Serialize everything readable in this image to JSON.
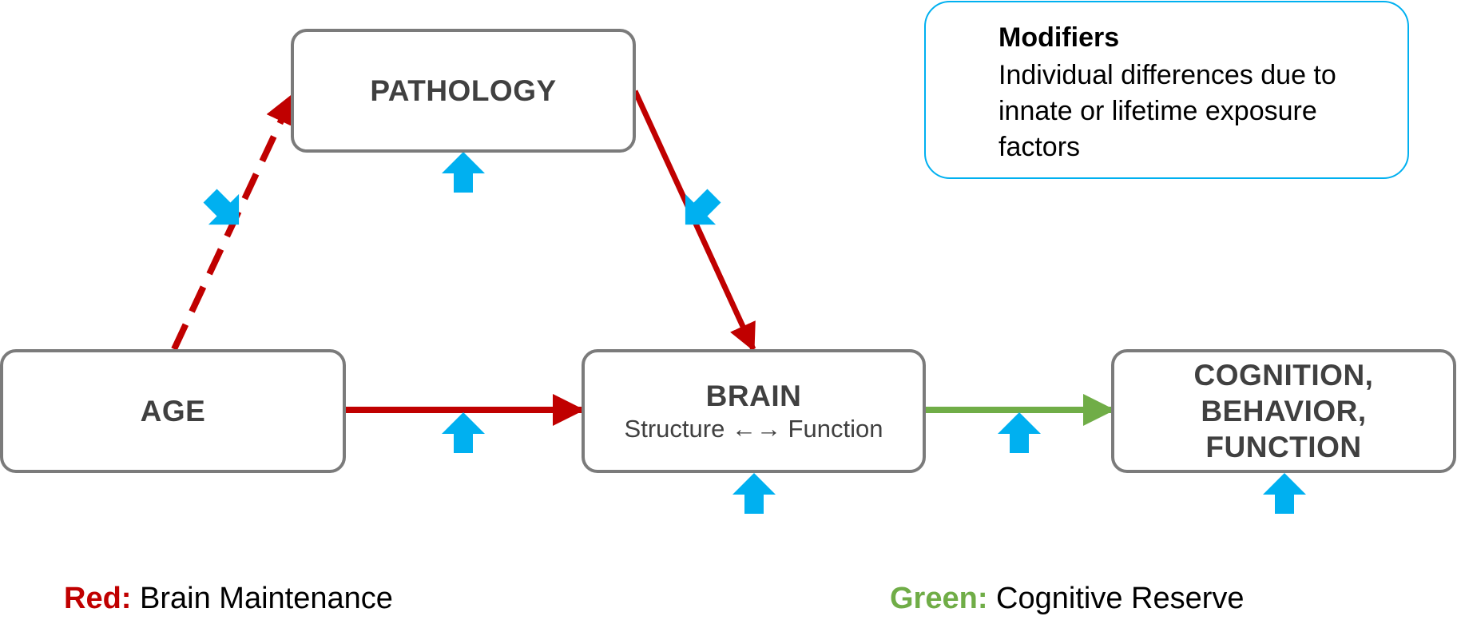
{
  "nodes": {
    "pathology": {
      "title": "PATHOLOGY"
    },
    "age": {
      "title": "AGE"
    },
    "brain": {
      "title": "BRAIN",
      "subtitle": "Structure ←→ Function"
    },
    "cognition": {
      "lines": [
        "COGNITION,",
        "BEHAVIOR,",
        "FUNCTION"
      ]
    }
  },
  "legend": {
    "title": "Modifiers",
    "description": "Individual differences due to innate or lifetime exposure factors",
    "icon": "up-arrow-icon"
  },
  "key": {
    "red": {
      "label": "Red:",
      "text": "Brain Maintenance",
      "color": "#c00000"
    },
    "green": {
      "label": "Green:",
      "text": "Cognitive Reserve",
      "color": "#70ad47"
    }
  },
  "colors": {
    "modifier_arrow": "#00b0f0",
    "box_border": "#7b7b7b",
    "maintenance_path": "#c00000",
    "reserve_path": "#70ad47"
  },
  "edges": [
    {
      "from": "age",
      "to": "pathology",
      "style": "dashed",
      "color": "red"
    },
    {
      "from": "pathology",
      "to": "brain",
      "style": "solid",
      "color": "red"
    },
    {
      "from": "age",
      "to": "brain",
      "style": "solid",
      "color": "red"
    },
    {
      "from": "brain",
      "to": "cognition",
      "style": "solid",
      "color": "green"
    }
  ]
}
